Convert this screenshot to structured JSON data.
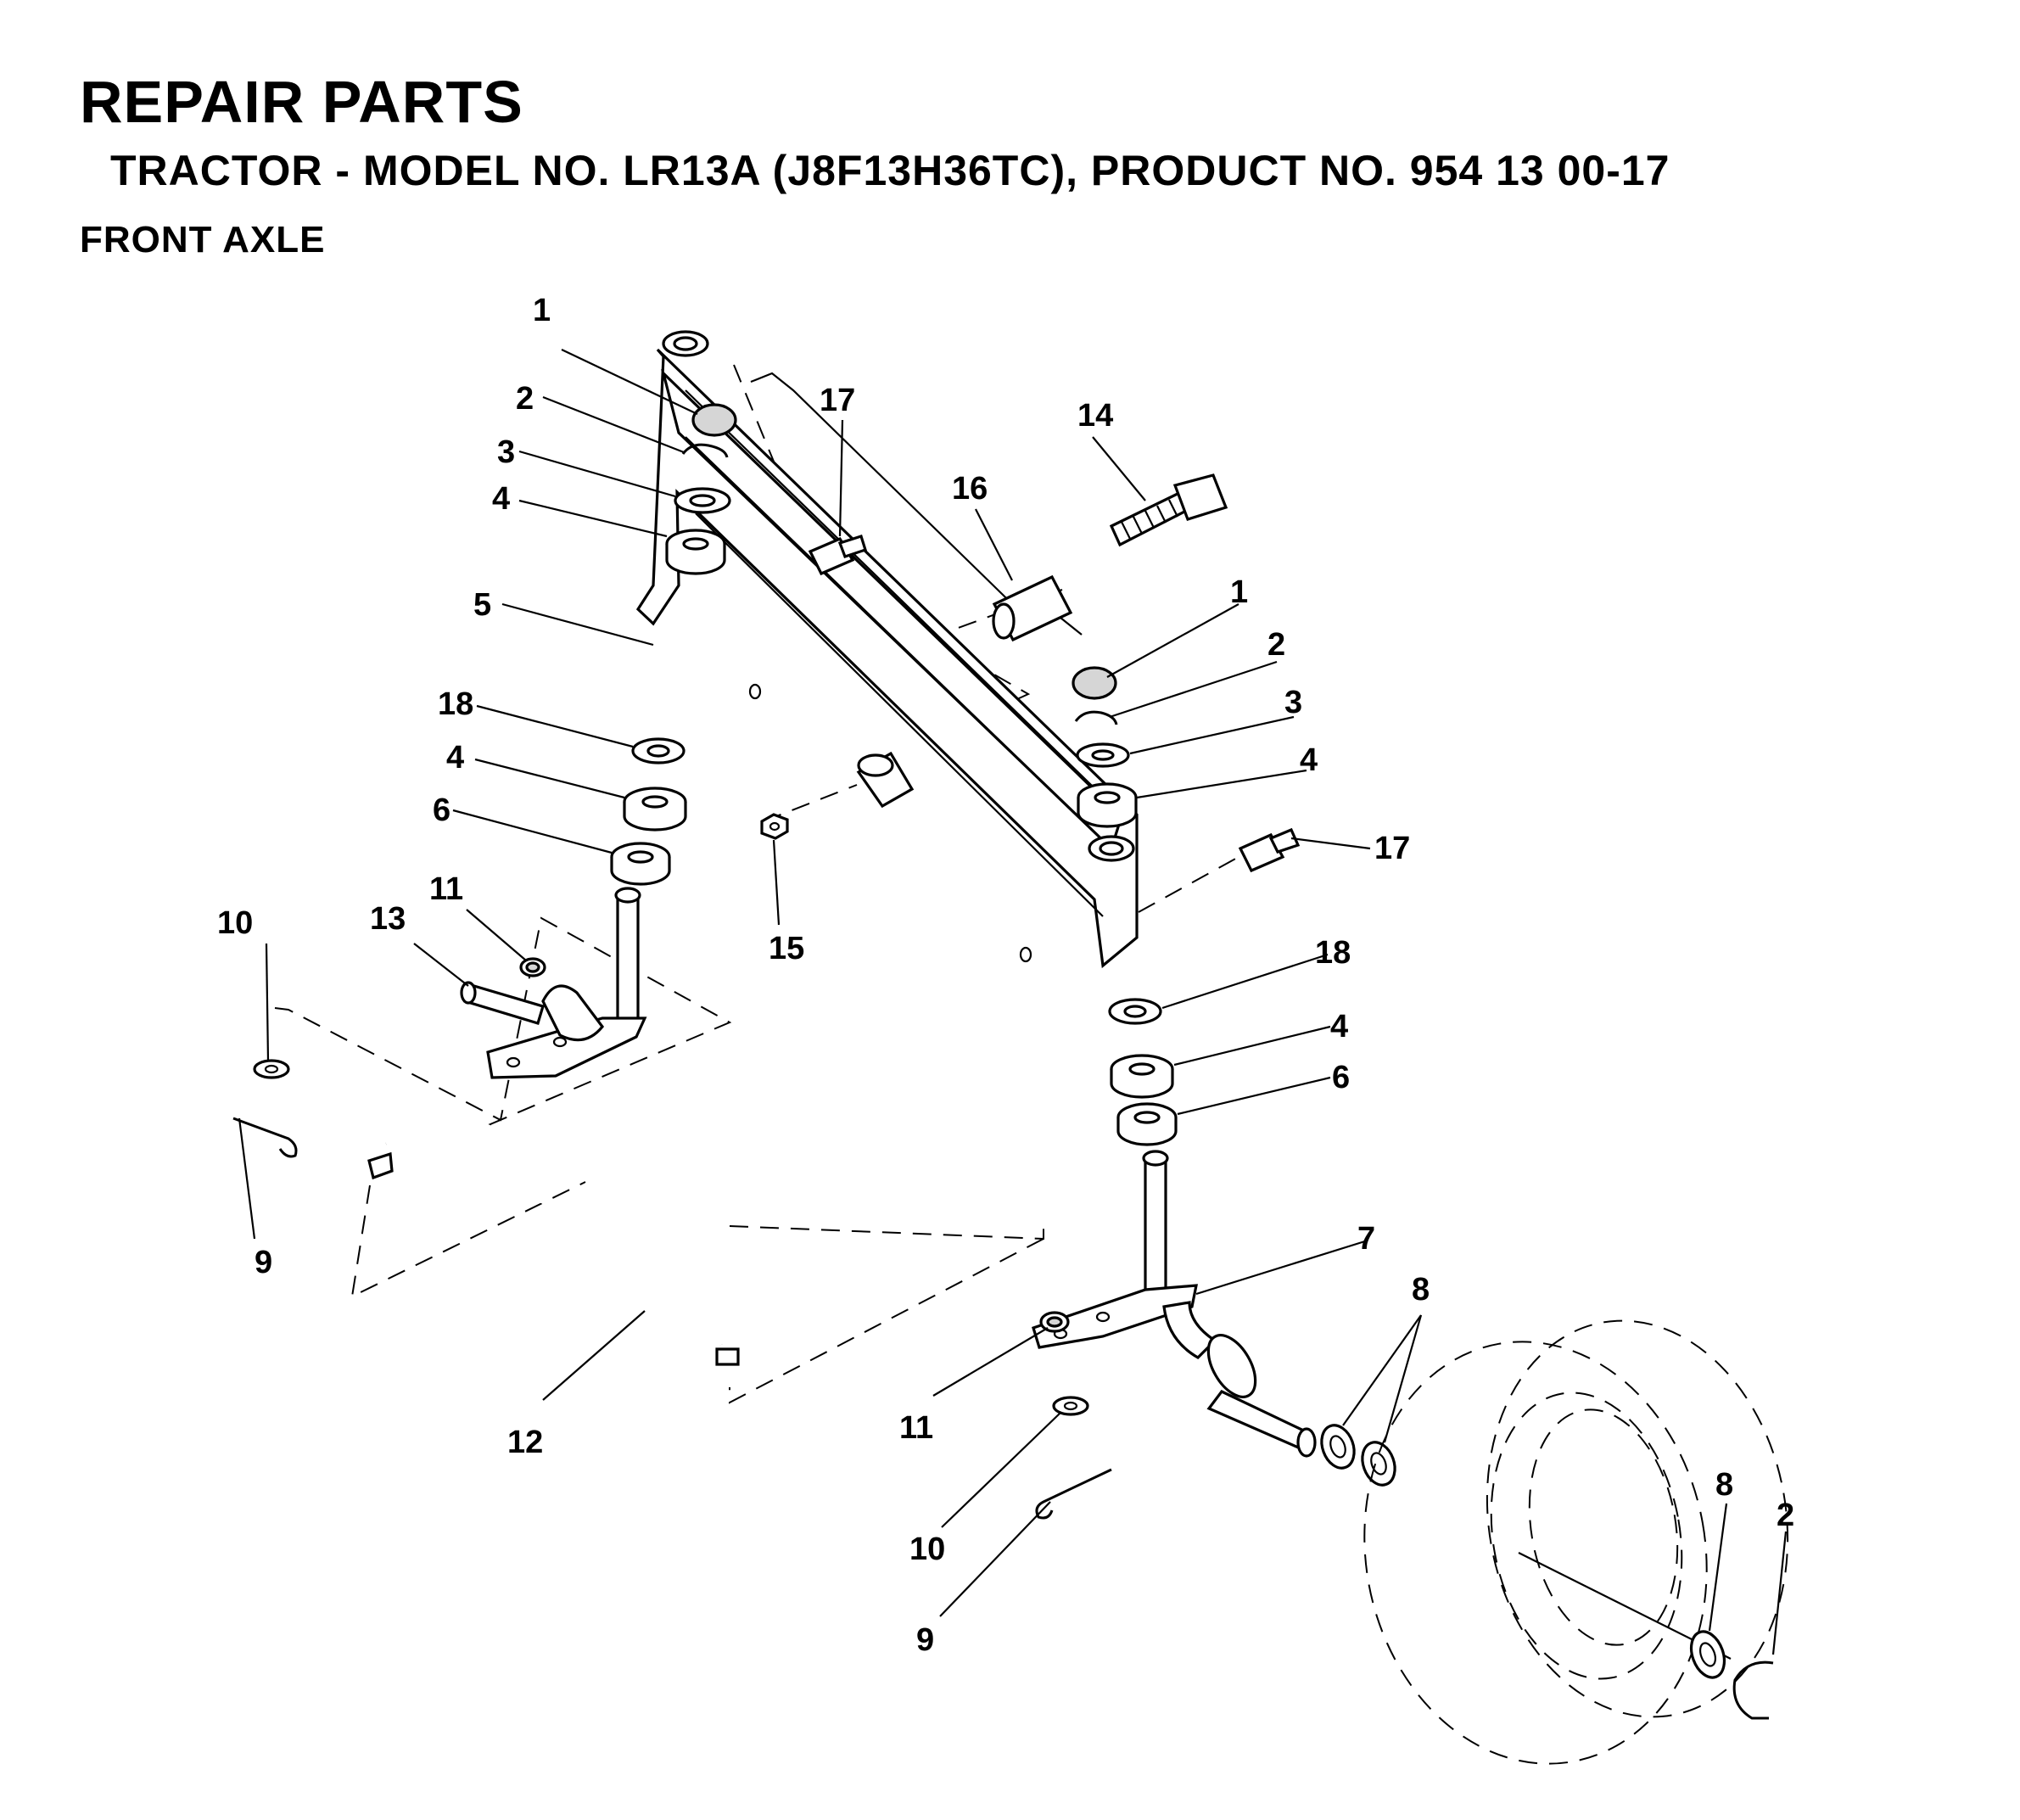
{
  "header": {
    "title": "REPAIR PARTS",
    "subtitle": "TRACTOR - MODEL NO. LR13A (J8F13H36TC),  PRODUCT NO. 954 13 00-17",
    "section": "FRONT AXLE"
  },
  "diagram": {
    "callouts": [
      {
        "id": "c1a",
        "text": "1"
      },
      {
        "id": "c2a",
        "text": "2"
      },
      {
        "id": "c3a",
        "text": "3"
      },
      {
        "id": "c4a",
        "text": "4"
      },
      {
        "id": "c5",
        "text": "5"
      },
      {
        "id": "c18a",
        "text": "18"
      },
      {
        "id": "c4b",
        "text": "4"
      },
      {
        "id": "c6a",
        "text": "6"
      },
      {
        "id": "c10a",
        "text": "10"
      },
      {
        "id": "c13",
        "text": "13"
      },
      {
        "id": "c11a",
        "text": "11"
      },
      {
        "id": "c9a",
        "text": "9"
      },
      {
        "id": "c17a",
        "text": "17"
      },
      {
        "id": "c16",
        "text": "16"
      },
      {
        "id": "c14",
        "text": "14"
      },
      {
        "id": "c15",
        "text": "15"
      },
      {
        "id": "c1b",
        "text": "1"
      },
      {
        "id": "c2b",
        "text": "2"
      },
      {
        "id": "c3b",
        "text": "3"
      },
      {
        "id": "c4c",
        "text": "4"
      },
      {
        "id": "c17b",
        "text": "17"
      },
      {
        "id": "c18b",
        "text": "18"
      },
      {
        "id": "c4d",
        "text": "4"
      },
      {
        "id": "c6b",
        "text": "6"
      },
      {
        "id": "c7",
        "text": "7"
      },
      {
        "id": "c8a",
        "text": "8"
      },
      {
        "id": "c12",
        "text": "12"
      },
      {
        "id": "c11b",
        "text": "11"
      },
      {
        "id": "c10b",
        "text": "10"
      },
      {
        "id": "c9b",
        "text": "9"
      },
      {
        "id": "c8b",
        "text": "8"
      },
      {
        "id": "c2c",
        "text": "2"
      }
    ]
  }
}
